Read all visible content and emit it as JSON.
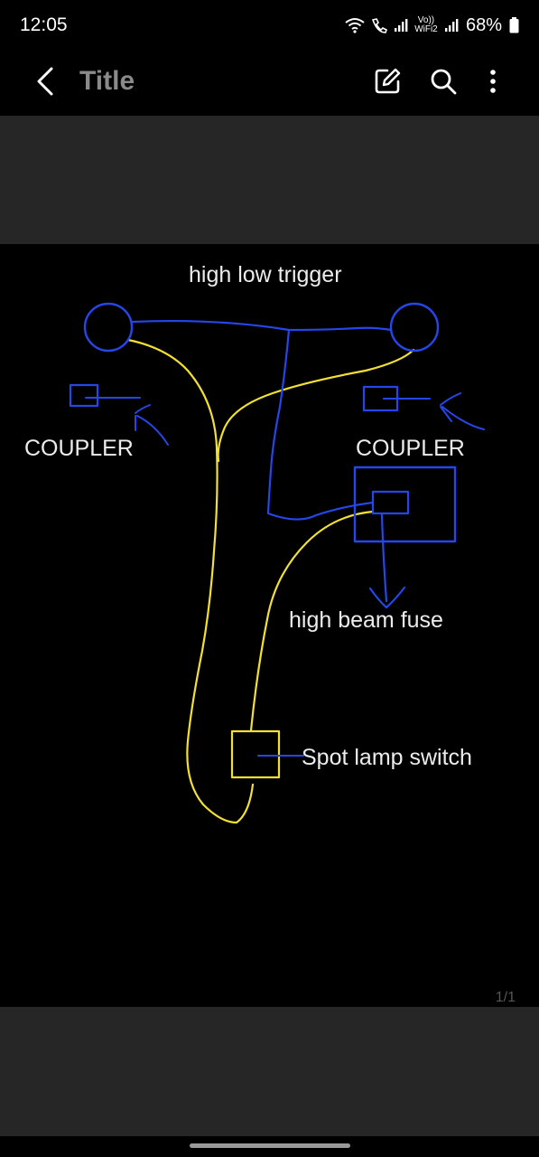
{
  "status_bar": {
    "time": "12:05",
    "network_label": "Vo)) WiFi2",
    "battery": "68%",
    "icons": [
      "wifi-icon",
      "wifi-calling-icon",
      "signal-icon",
      "signal-icon",
      "battery-icon"
    ]
  },
  "app_bar": {
    "title": "Title",
    "icons": [
      "back-icon",
      "edit-icon",
      "search-icon",
      "more-icon"
    ]
  },
  "drawing": {
    "labels": {
      "high_low_trigger": "high low trigger",
      "coupler_left": "COUPLER",
      "coupler_right": "COUPLER",
      "high_beam_fuse": "high beam fuse",
      "spot_lamp_switch": "Spot lamp switch"
    },
    "colors": {
      "blue": "#2546e8",
      "yellow": "#f2e033",
      "background": "#000000"
    }
  },
  "page_indicator": "1/1"
}
